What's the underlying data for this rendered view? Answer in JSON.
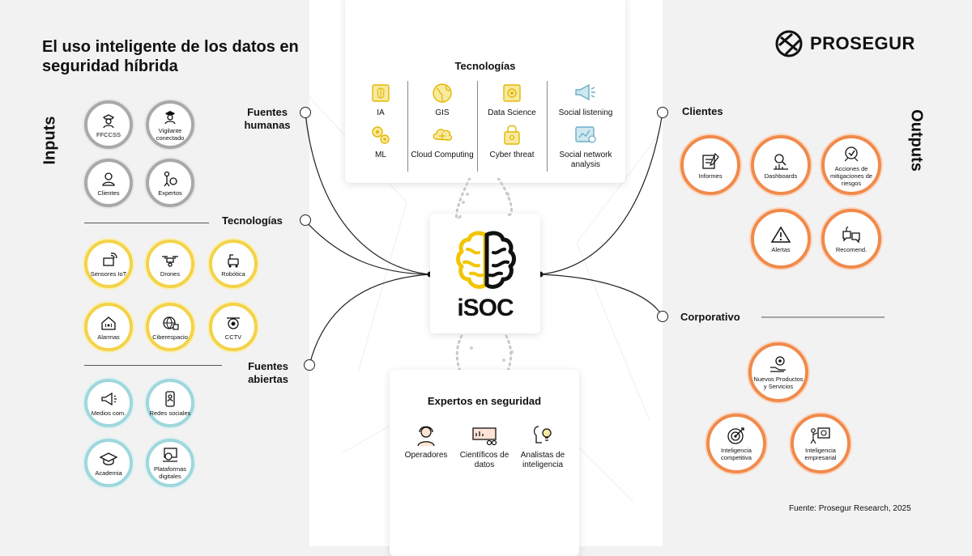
{
  "title": "El uso inteligente de los datos en seguridad híbrida",
  "brand": {
    "name": "PROSEGUR",
    "icon": "globe-icon"
  },
  "inputs_label": "Inputs",
  "outputs_label": "Outputs",
  "source": "Fuente: Prosegur Research, 2025",
  "colors": {
    "gray": "#a9a9a9",
    "yellow": "#f3d34a",
    "teal": "#9fd7dc",
    "orange": "#f08a4b",
    "brain_yellow": "#f2c500"
  },
  "input_groups": {
    "humanas": [
      {
        "label": "FFCCSS",
        "icon": "police-officer-icon"
      },
      {
        "label": "Vigilante conectado",
        "icon": "guard-icon"
      },
      {
        "label": "Clientes",
        "icon": "client-icon"
      },
      {
        "label": "Expertos",
        "icon": "expert-icon"
      }
    ],
    "tecnologias": [
      {
        "label": "Sensores IoT",
        "icon": "sensor-icon"
      },
      {
        "label": "Drones",
        "icon": "drone-icon"
      },
      {
        "label": "Robótica",
        "icon": "robot-icon"
      },
      {
        "label": "Alarmas",
        "icon": "alarm-icon"
      },
      {
        "label": "Ciberespacio",
        "icon": "cyberspace-icon"
      },
      {
        "label": "CCTV",
        "icon": "cctv-icon"
      }
    ],
    "abiertas": [
      {
        "label": "Medios com.",
        "icon": "megaphone-icon"
      },
      {
        "label": "Redes sociales",
        "icon": "social-network-icon"
      },
      {
        "label": "Academia",
        "icon": "graduation-cap-icon"
      },
      {
        "label": "Plataformas digitales",
        "icon": "digital-platform-icon"
      }
    ]
  },
  "nodes": {
    "fuentes_humanas": "Fuentes humanas",
    "tecnologias": "Tecnologías",
    "fuentes_abiertas": "Fuentes abiertas",
    "clientes": "Clientes",
    "corporativo": "Corporativo"
  },
  "tech_card": {
    "title": "Tecnologías",
    "items": [
      {
        "label": "IA",
        "icon": "ai-chip-icon"
      },
      {
        "label": "GIS",
        "icon": "gis-globe-icon"
      },
      {
        "label": "Data Science",
        "icon": "data-science-icon"
      },
      {
        "label": "Social listening",
        "icon": "megaphone-icon"
      },
      {
        "label": "ML",
        "icon": "ml-gears-icon"
      },
      {
        "label": "Cloud Computing",
        "icon": "cloud-icon"
      },
      {
        "label": "Cyber threat",
        "icon": "cyber-threat-icon"
      },
      {
        "label": "Social network analysis",
        "icon": "network-analysis-icon"
      }
    ]
  },
  "center": {
    "label": "iSOC",
    "icon": "brain-icon"
  },
  "experts_card": {
    "title": "Expertos en seguridad",
    "items": [
      {
        "label": "Operadores",
        "icon": "operator-headset-icon"
      },
      {
        "label": "Científicos de datos",
        "icon": "data-scientist-icon"
      },
      {
        "label": "Analistas de inteligencia",
        "icon": "analyst-icon"
      }
    ]
  },
  "outputs": {
    "clientes": [
      {
        "label": "Informes",
        "icon": "report-icon"
      },
      {
        "label": "Dashboards",
        "icon": "dashboard-icon"
      },
      {
        "label": "Acciones de mitigaciones de riesgos",
        "icon": "mitigation-icon"
      },
      {
        "label": "Alertas",
        "icon": "alert-icon"
      },
      {
        "label": "Recomend.",
        "icon": "recommend-icon"
      }
    ],
    "corporativo": [
      {
        "label": "Nuevos Productos y Servicios",
        "icon": "new-products-icon"
      },
      {
        "label": "Inteligencia competitiva",
        "icon": "target-icon"
      },
      {
        "label": "Inteligencia empresarial",
        "icon": "business-intel-icon"
      }
    ]
  }
}
